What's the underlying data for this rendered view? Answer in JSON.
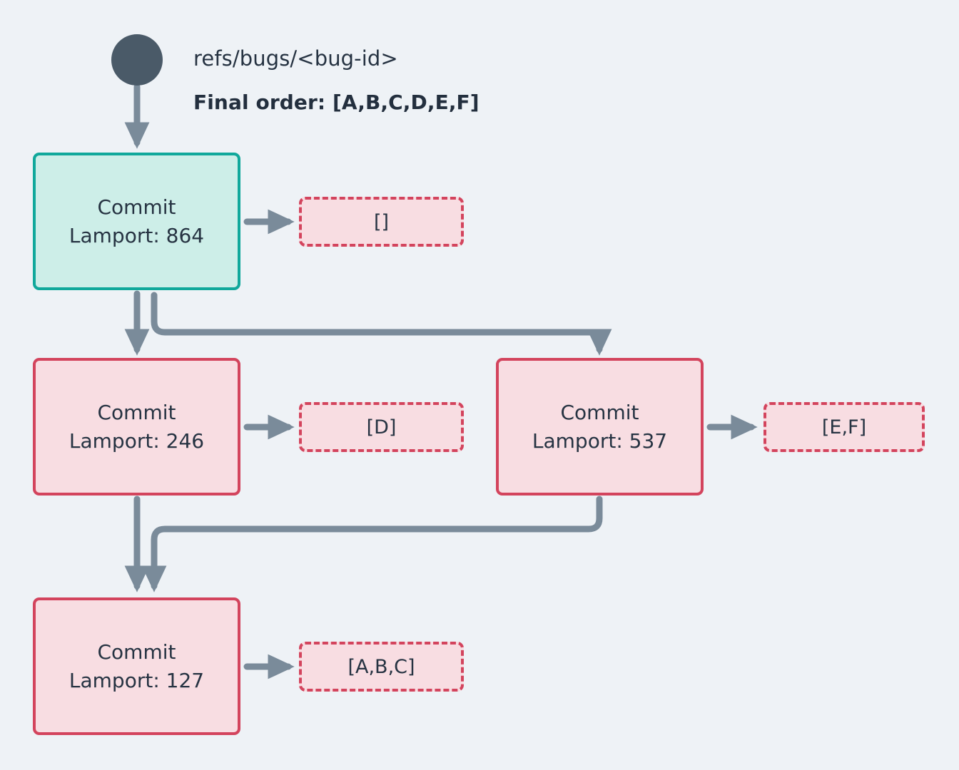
{
  "diagram": {
    "title": "refs/bugs/<bug-id>",
    "final_order_label": "Final order: [A,B,C,D,E,F]",
    "background_color": "#eef2f6",
    "colors": {
      "start_node": "#4a5a68",
      "edge": "#7a8b9a",
      "head_commit_border": "#10a89b",
      "head_commit_fill": "#cdeee8",
      "commit_border": "#d3445d",
      "commit_fill": "#f8dde2",
      "text": "#263342"
    },
    "start_node": {
      "name": "ref-start-node",
      "shape": "circle"
    },
    "nodes": [
      {
        "id": "c864",
        "title": "Commit",
        "lamport": "Lamport: 864",
        "lamport_value": 864,
        "style": "head",
        "payload": "[]",
        "payload_items": []
      },
      {
        "id": "c246",
        "title": "Commit",
        "lamport": "Lamport: 246",
        "lamport_value": 246,
        "style": "normal",
        "payload": "[D]",
        "payload_items": [
          "D"
        ]
      },
      {
        "id": "c537",
        "title": "Commit",
        "lamport": "Lamport: 537",
        "lamport_value": 537,
        "style": "normal",
        "payload": "[E,F]",
        "payload_items": [
          "E",
          "F"
        ]
      },
      {
        "id": "c127",
        "title": "Commit",
        "lamport": "Lamport: 127",
        "lamport_value": 127,
        "style": "normal",
        "payload": "[A,B,C]",
        "payload_items": [
          "A",
          "B",
          "C"
        ]
      }
    ],
    "edges": [
      {
        "from": "ref-start",
        "to": "c864",
        "kind": "straight"
      },
      {
        "from": "c864",
        "to": "c246",
        "kind": "straight"
      },
      {
        "from": "c864",
        "to": "c537",
        "kind": "elbow-right"
      },
      {
        "from": "c246",
        "to": "c127",
        "kind": "straight"
      },
      {
        "from": "c537",
        "to": "c127",
        "kind": "elbow-left"
      },
      {
        "from": "c864",
        "to": "payload-c864",
        "kind": "short-right"
      },
      {
        "from": "c246",
        "to": "payload-c246",
        "kind": "short-right"
      },
      {
        "from": "c537",
        "to": "payload-c537",
        "kind": "short-right"
      },
      {
        "from": "c127",
        "to": "payload-c127",
        "kind": "short-right"
      }
    ]
  }
}
